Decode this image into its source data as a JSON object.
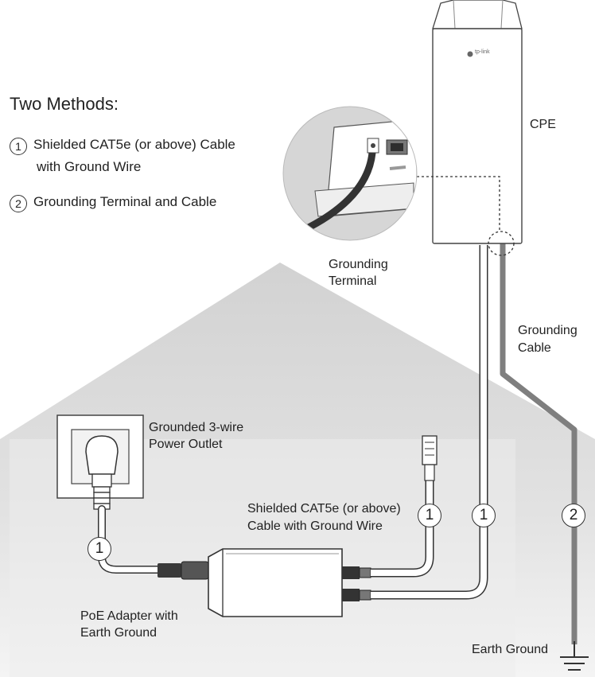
{
  "title": "Two Methods:",
  "methods": [
    {
      "num": "1",
      "line1": "Shielded CAT5e (or above) Cable",
      "line2": "with Ground Wire"
    },
    {
      "num": "2",
      "line1": "Grounding Terminal and Cable"
    }
  ],
  "labels": {
    "cpe": "CPE",
    "grounding_terminal": [
      "Grounding",
      "Terminal"
    ],
    "grounding_cable": [
      "Grounding",
      "Cable"
    ],
    "power_outlet": [
      "Grounded 3-wire",
      "Power Outlet"
    ],
    "shielded_cable": [
      "Shielded CAT5e (or above)",
      "Cable with Ground Wire"
    ],
    "poe_adapter": [
      "PoE Adapter with",
      "Earth Ground"
    ],
    "earth_ground": "Earth Ground"
  },
  "cpe_logo": "tp-link",
  "markers": {
    "method1": "1",
    "method2": "2"
  },
  "colors": {
    "house": "#d5d5d5",
    "cable": "#8a8a8a",
    "outline": "#444444"
  }
}
